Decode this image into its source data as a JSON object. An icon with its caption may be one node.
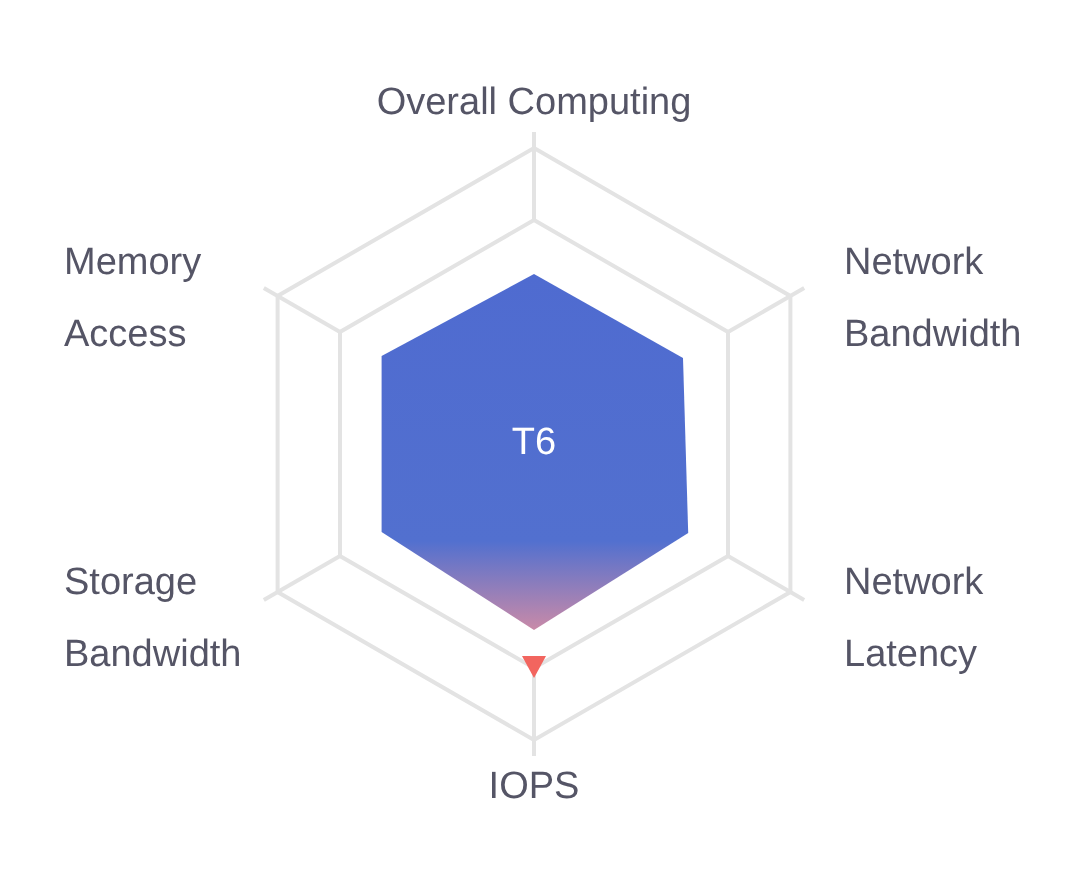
{
  "diagram": {
    "labels": [
      "Overall Computing",
      "Memory Access",
      "Network Bandwidth",
      "T6",
      "Storage Bandwidth",
      "Network Latency",
      "IOPS"
    ]
  }
}
